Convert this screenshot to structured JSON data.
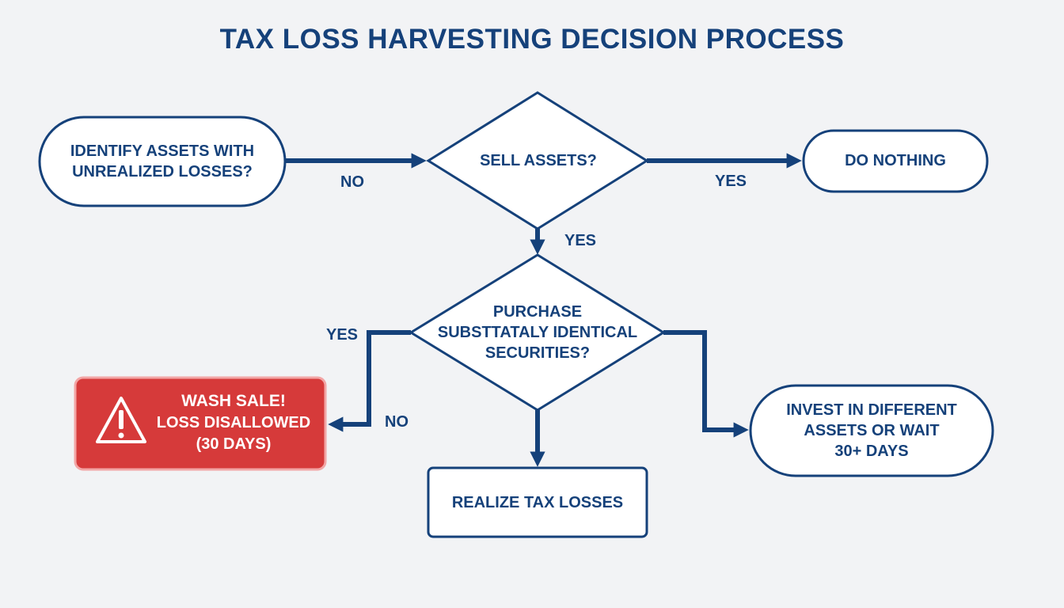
{
  "title": "TAX LOSS HARVESTING DECISION PROCESS",
  "colors": {
    "primary": "#15417a",
    "alert": "#d63a3a",
    "background": "#f2f3f5"
  },
  "nodes": {
    "identify": "IDENTIFY ASSETS WITH\nUNREALIZED LOSSES?",
    "sell": "SELL ASSETS?",
    "do_nothing": "DO NOTHING",
    "purchase": "PURCHASE\nSUBSTTATALY IDENTICAL\nSECURITIES?",
    "wash_sale_title": "WASH SALE!",
    "wash_sale_body": "LOSS DISALLOWED\n(30 DAYS)",
    "invest": "INVEST IN DIFFERENT\nASSETS OR WAIT\n30+ DAYS",
    "realize": "REALIZE TAX LOSSES"
  },
  "edges": {
    "identify_to_sell": "NO",
    "sell_to_do_nothing": "YES",
    "sell_to_purchase": "YES",
    "purchase_yes": "YES",
    "purchase_no": "NO"
  },
  "icons": {
    "warning": "warning-triangle-icon"
  }
}
